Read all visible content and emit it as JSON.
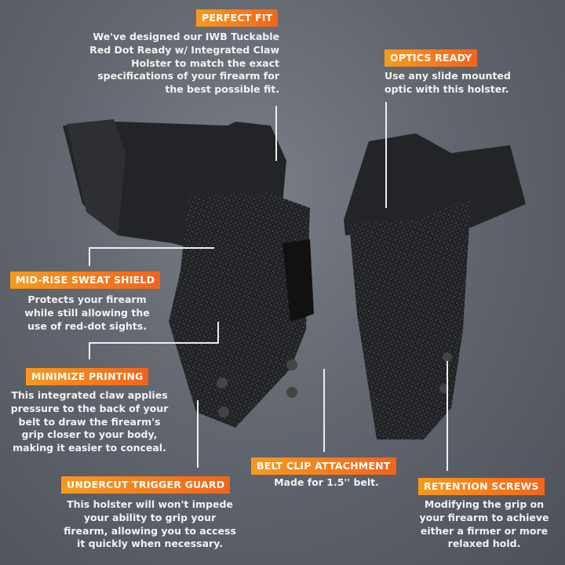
{
  "features": [
    {
      "title": "PERFECT FIT",
      "body": [
        "We've designed our IWB Tuckable",
        "Red Dot Ready w/ Integrated Claw",
        "Holster to match the exact",
        "specifications of your firearm for",
        "the best possible fit."
      ]
    },
    {
      "title": "OPTICS READY",
      "body": [
        "Use any slide mounted",
        "optic with this holster."
      ]
    },
    {
      "title": "MID-RISE SWEAT SHIELD",
      "body": [
        "Protects your firearm",
        "while still allowing the",
        "use of red-dot sights."
      ]
    },
    {
      "title": "MINIMIZE PRINTING",
      "body": [
        "This integrated claw applies",
        "pressure to the back of your",
        "belt to draw the firearm's",
        "grip closer to your body,",
        "making it easier to conceal."
      ]
    },
    {
      "title": "UNDERCUT TRIGGER GUARD",
      "body": [
        "This holster will won't impede",
        "your ability to grip your",
        "firearm, allowing you to access",
        "it quickly when necessary."
      ]
    },
    {
      "title": "BELT CLIP ATTACHMENT",
      "body": [
        "Made for 1.5'' belt."
      ]
    },
    {
      "title": "RETENTION SCREWS",
      "body": [
        "Modifying the grip on",
        "your firearm to achieve",
        "either a firmer or more",
        "relaxed hold."
      ]
    }
  ],
  "colors": {
    "accent_start": "#f79a1e",
    "accent_end": "#f2641c",
    "background": "#5d626a"
  }
}
